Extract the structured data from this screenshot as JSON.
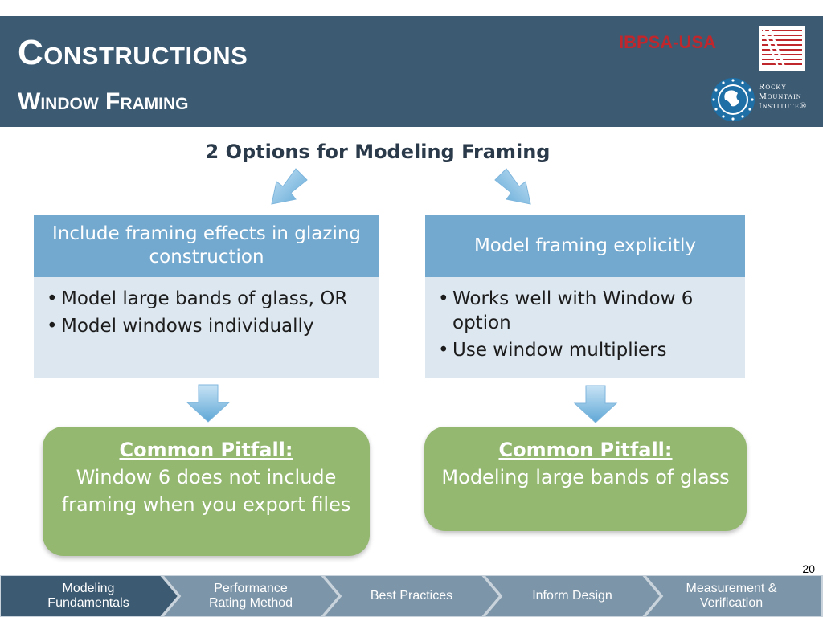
{
  "header": {
    "title_first": "C",
    "title_rest": "onstructions",
    "subtitle_first_1": "W",
    "subtitle_rest_1": "indow ",
    "subtitle_first_2": "F",
    "subtitle_rest_2": "raming",
    "org_name": "IBPSA-USA",
    "partner_line1": "Rocky",
    "partner_line2": "Mountain",
    "partner_line3": "Institute®",
    "background": "#3c5a72"
  },
  "main": {
    "heading": "2 Options for Modeling Framing",
    "options": [
      {
        "title": "Include framing effects in glazing construction",
        "bullets": [
          "Model large bands of glass, OR",
          "Model windows individually"
        ]
      },
      {
        "title": "Model framing explicitly",
        "bullets": [
          "Works well with Window 6 option",
          "Use window multipliers"
        ]
      }
    ],
    "pitfalls": [
      {
        "heading": "Common Pitfall:",
        "text": "Window 6 does not include framing when you export files"
      },
      {
        "heading": "Common Pitfall:",
        "text": "Modeling large bands of glass"
      }
    ]
  },
  "page_number": "20",
  "nav": {
    "items": [
      {
        "line1": "Modeling",
        "line2": "Fundamentals",
        "active": true
      },
      {
        "line1": "Performance",
        "line2": "Rating Method",
        "active": false
      },
      {
        "line1": "Best Practices",
        "line2": "",
        "active": false
      },
      {
        "line1": "Inform Design",
        "line2": "",
        "active": false
      },
      {
        "line1": "Measurement &",
        "line2": "Verification",
        "active": false
      }
    ]
  },
  "colors": {
    "accent_blue": "#74a9cf",
    "card_body": "#dde7f0",
    "pitfall_green": "#94b870",
    "brand_red": "#c0272d",
    "nav_active": "#3c5a72",
    "nav_inactive": "#7d95a8"
  }
}
